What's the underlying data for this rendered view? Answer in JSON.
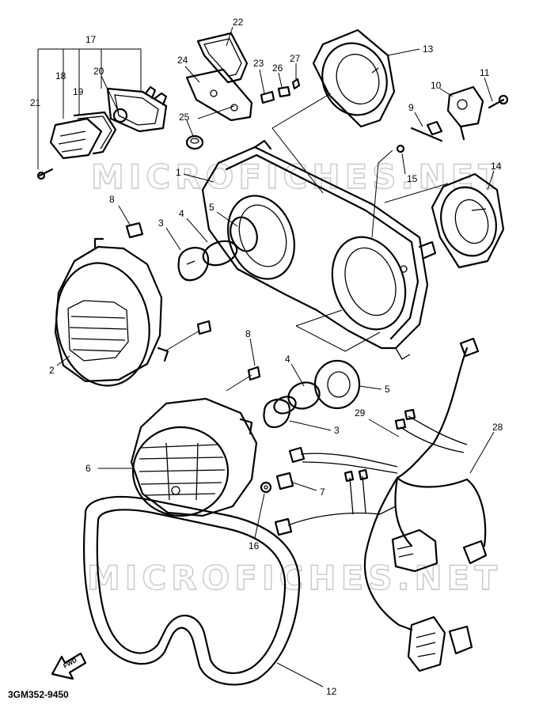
{
  "watermark": "MICROFICHES.NET",
  "diagram_code": "3GM352-9450",
  "fwd_label": "FWD",
  "parts": [
    {
      "id": "p1",
      "number": "1"
    },
    {
      "id": "p2",
      "number": "2"
    },
    {
      "id": "p3a",
      "number": "3"
    },
    {
      "id": "p3b",
      "number": "3"
    },
    {
      "id": "p4a",
      "number": "4"
    },
    {
      "id": "p4b",
      "number": "4"
    },
    {
      "id": "p5a",
      "number": "5"
    },
    {
      "id": "p5b",
      "number": "5"
    },
    {
      "id": "p6",
      "number": "6"
    },
    {
      "id": "p7",
      "number": "7"
    },
    {
      "id": "p8a",
      "number": "8"
    },
    {
      "id": "p8b",
      "number": "8"
    },
    {
      "id": "p9",
      "number": "9"
    },
    {
      "id": "p10",
      "number": "10"
    },
    {
      "id": "p11",
      "number": "11"
    },
    {
      "id": "p12",
      "number": "12"
    },
    {
      "id": "p13",
      "number": "13"
    },
    {
      "id": "p14",
      "number": "14"
    },
    {
      "id": "p15",
      "number": "15"
    },
    {
      "id": "p16",
      "number": "16"
    },
    {
      "id": "p17",
      "number": "17"
    },
    {
      "id": "p18",
      "number": "18"
    },
    {
      "id": "p19",
      "number": "19"
    },
    {
      "id": "p20",
      "number": "20"
    },
    {
      "id": "p21",
      "number": "21"
    },
    {
      "id": "p22",
      "number": "22"
    },
    {
      "id": "p23",
      "number": "23"
    },
    {
      "id": "p24",
      "number": "24"
    },
    {
      "id": "p25",
      "number": "25"
    },
    {
      "id": "p26",
      "number": "26"
    },
    {
      "id": "p27",
      "number": "27"
    },
    {
      "id": "p28",
      "number": "28"
    },
    {
      "id": "p29",
      "number": "29"
    }
  ]
}
